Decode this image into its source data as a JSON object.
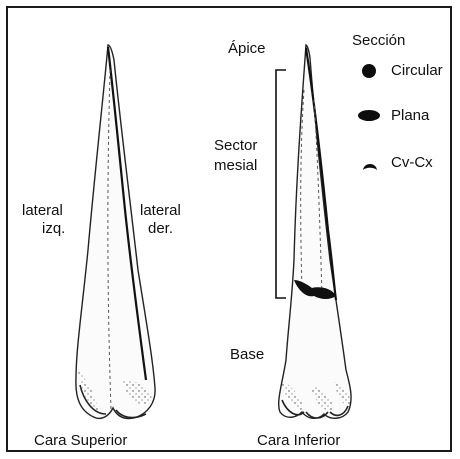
{
  "labels": {
    "apex": "Ápice",
    "mesial_sector_line1": "Sector",
    "mesial_sector_line2": "mesial",
    "base": "Base",
    "lateral_left_line1": "lateral",
    "lateral_left_line2": "izq.",
    "lateral_right_line1": "lateral",
    "lateral_right_line2": "der.",
    "upper_face": "Cara Superior",
    "lower_face": "Cara Inferior"
  },
  "legend": {
    "title": "Sección",
    "items": [
      {
        "label": "Circular",
        "shape": "circle-icon"
      },
      {
        "label": "Plana",
        "shape": "ellipse-icon"
      },
      {
        "label": "Cv-Cx",
        "shape": "convex-concave-icon"
      }
    ]
  },
  "colors": {
    "ink": "#111111",
    "stipple": "#555555",
    "background": "#ffffff"
  }
}
